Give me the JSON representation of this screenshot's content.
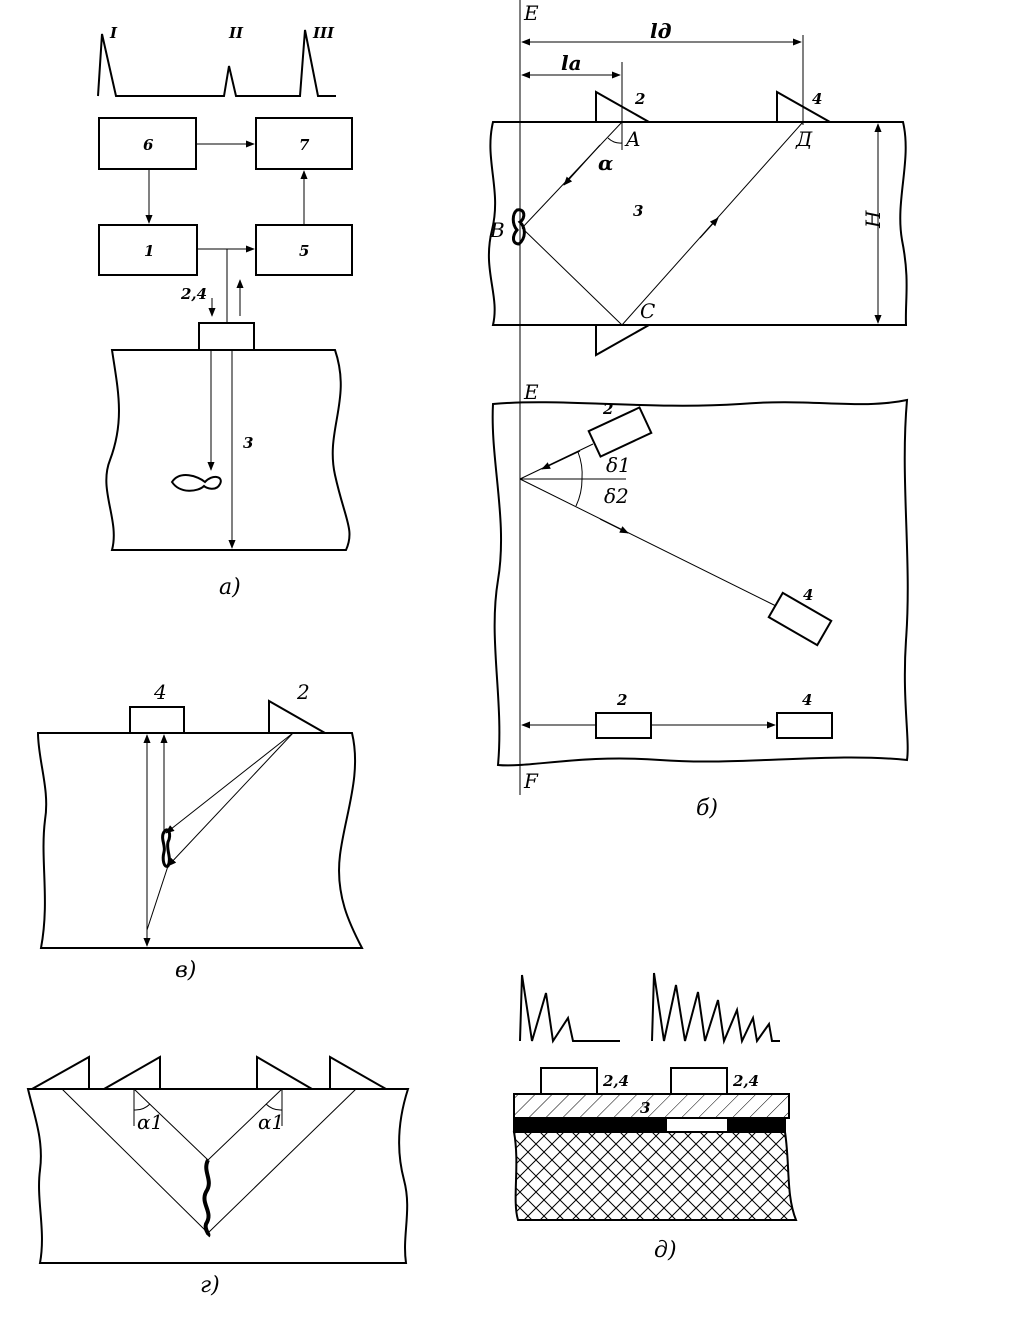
{
  "panel_a": {
    "pulse_labels": [
      "I",
      "II",
      "III"
    ],
    "block_labels": [
      "6",
      "7",
      "1",
      "5"
    ],
    "probe_label": "2,4",
    "specimen_label": "3",
    "caption": "а)"
  },
  "panel_b": {
    "top": {
      "line_label": "E",
      "dim_ld": "lд",
      "dim_la": "la",
      "probe_2": "2",
      "probe_4": "4",
      "point_a": "A",
      "point_d": "Д",
      "point_b": "B",
      "point_c": "C",
      "angle": "α",
      "specimen": "3",
      "thickness": "H"
    },
    "bottom": {
      "line_label_top": "E",
      "line_label_bottom": "F",
      "probe_2": "2",
      "probe_4": "4",
      "angle_1": "δ1",
      "angle_2": "δ2",
      "probe_2_b": "2",
      "probe_4_b": "4"
    },
    "caption": "б)"
  },
  "panel_v": {
    "probe_4": "4",
    "probe_2": "2",
    "caption": "в)"
  },
  "panel_g": {
    "angle_left": "α1",
    "angle_right": "α1",
    "caption": "г)"
  },
  "panel_d": {
    "probe_left": "2,4",
    "probe_right": "2,4",
    "layer": "3",
    "caption": "д)"
  }
}
